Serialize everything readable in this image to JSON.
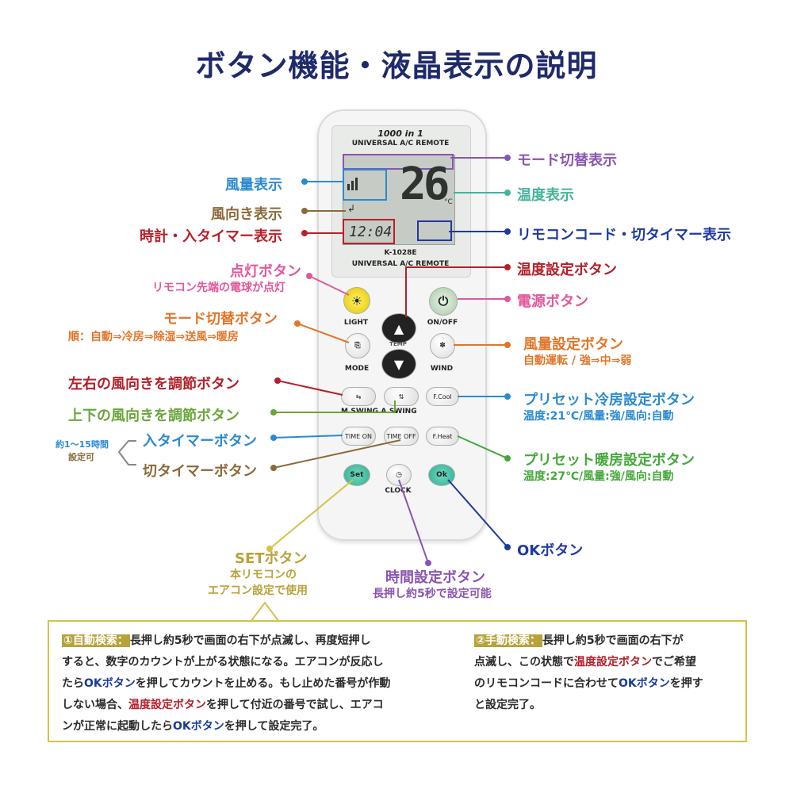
{
  "title": "ボタン機能・液晶表示の説明",
  "remote": {
    "brand_top": "1000 in 1",
    "brand_top_sub": "UNIVERSAL A/C REMOTE",
    "lcd_temp": "26",
    "lcd_unit": "°C",
    "lcd_clock": "12:04",
    "model": "K-1028E",
    "model_sub": "UNIVERSAL A/C REMOTE",
    "buttons": {
      "light": "LIGHT",
      "onoff": "ON/OFF",
      "temp": "TEMP",
      "mode": "MODE",
      "wind": "WIND",
      "fcool": "F.Cool",
      "fheat": "F.Heat",
      "mswing": "M.SWING",
      "aswing": "A.SWING",
      "time_on": "TIME ON",
      "time_off": "TIME OFF",
      "set": "Set",
      "ok": "Ok",
      "clock": "CLOCK"
    }
  },
  "callouts": {
    "mode_display": "モード切替表示",
    "fan_display": "風量表示",
    "temp_display": "温度表示",
    "direction_display": "風向き表示",
    "clock_display": "時計・入タイマー表示",
    "code_display": "リモコンコード・切タイマー表示",
    "light_button": "点灯ボタン",
    "light_button_sub": "リモコン先端の電球が点灯",
    "temp_set_button": "温度設定ボタン",
    "power_button": "電源ボタン",
    "mode_button": "モード切替ボタン",
    "mode_button_sub": "順：自動⇒冷房⇒除湿⇒送風⇒暖房",
    "fan_set_button": "風量設定ボタン",
    "fan_set_sub": "自動運転 / 強⇒中⇒弱",
    "lr_swing": "左右の風向きを調節ボタン",
    "ud_swing": "上下の風向きを調節ボタン",
    "preset_cool": "プリセット冷房設定ボタン",
    "preset_cool_sub": "温度:21℃/風量:強/風向:自動",
    "timer_range": "約1～15時間",
    "timer_range_sub": "設定可",
    "on_timer": "入タイマーボタン",
    "off_timer": "切タイマーボタン",
    "preset_heat": "プリセット暖房設定ボタン",
    "preset_heat_sub": "温度:27℃/風量:強/風向:自動",
    "ok_button": "OKボタン",
    "set_button": "SETボタン",
    "set_button_sub1": "本リモコンの",
    "set_button_sub2": "エアコン設定で使用",
    "time_set_button": "時間設定ボタン",
    "time_set_sub": "長押し約5秒で設定可能"
  },
  "notes": {
    "auto_tag": "①自動検索：",
    "auto_l1": "長押し約5秒で画面の右下が点滅し、再度短押し",
    "auto_l2": "すると、数字のカウントが上がる状態になる。エアコンが反応し",
    "auto_l3a": "たら",
    "auto_ok": "OKボタン",
    "auto_l3b": "を押してカウントを止める。もし止めた番号が作動",
    "auto_l4a": "しない場合、",
    "auto_temp": "温度設定ボタン",
    "auto_l4b": "を押して付近の番号で試し、エアコ",
    "auto_l5a": "ンが正常に起動したら",
    "auto_ok2": "OKボタン",
    "auto_l5b": "を押して設定完了。",
    "manual_tag": "②手動検索：",
    "manual_l1": "長押し約5秒で画面の右下が",
    "manual_l2a": "点滅し、この状態で",
    "manual_temp": "温度設定ボタン",
    "manual_l2b": "でご希望",
    "manual_l3a": "のリモコンコードに合わせて",
    "manual_ok": "OKボタン",
    "manual_l3b": "を押す",
    "manual_l4": "と設定完了。"
  }
}
